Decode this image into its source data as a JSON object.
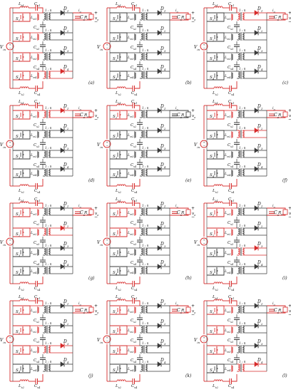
{
  "figure": {
    "colors": {
      "active": "#d62a2a",
      "inactive": "#3a3a3a"
    },
    "labels": {
      "source": "V",
      "source_sub": "in",
      "output_cap": "C",
      "output_cap_sub": "o",
      "load": "R",
      "load_sub": "o",
      "plus": "+",
      "minus": "−",
      "vo": "v",
      "vo_sub": "o",
      "io": "i",
      "io_sub": "o",
      "n": "n",
      "L_top": [
        "L",
        "s1"
      ],
      "L_bot": [
        "L",
        "s2"
      ],
      "C_top": [
        "C",
        "s1"
      ],
      "C_bot": [
        "C",
        "s4"
      ],
      "C_mid": [
        [
          "C",
          "s2"
        ],
        [
          "C",
          "s3"
        ],
        [
          "C",
          "s4"
        ]
      ],
      "L_mid": [
        [
          "L",
          "m1"
        ],
        [
          "L",
          "m2"
        ],
        [
          "L",
          "m3"
        ],
        [
          "L",
          "m4"
        ]
      ],
      "S": [
        [
          "S",
          "1"
        ],
        [
          "S",
          "2"
        ],
        [
          "S",
          "3"
        ],
        [
          "S",
          "4"
        ]
      ],
      "D": [
        [
          "D",
          "1"
        ],
        [
          "D",
          "2"
        ],
        [
          "D",
          "3"
        ],
        [
          "D",
          "4"
        ]
      ]
    },
    "panels": [
      {
        "tag": "(a)",
        "active": [
          "src",
          "s1",
          "s2",
          "s3",
          "s4",
          "lr",
          "tr4",
          "d4",
          "out"
        ]
      },
      {
        "tag": "(b)",
        "active": [
          "src",
          "lr",
          "out"
        ]
      },
      {
        "tag": "(c)",
        "active": [
          "src",
          "lr",
          "tr1",
          "d1",
          "out"
        ]
      },
      {
        "tag": "(d)",
        "active": [
          "src",
          "s1",
          "lr",
          "tr1",
          "d1",
          "out"
        ]
      },
      {
        "tag": "(e)",
        "active": [
          "src",
          "s1",
          "lr"
        ]
      },
      {
        "tag": "(f)",
        "active": [
          "src",
          "s1",
          "lr",
          "tr2",
          "d2",
          "out"
        ]
      },
      {
        "tag": "(g)",
        "active": [
          "src",
          "s1",
          "s2",
          "lr",
          "tr2",
          "d2",
          "out"
        ]
      },
      {
        "tag": "(h)",
        "active": [
          "src",
          "s1",
          "s2",
          "lr",
          "out"
        ]
      },
      {
        "tag": "(i)",
        "active": [
          "src",
          "s1",
          "s2",
          "lr",
          "tr3",
          "d3",
          "out"
        ]
      },
      {
        "tag": "(j)",
        "active": [
          "src",
          "s1",
          "s2",
          "s3",
          "lr",
          "tr3",
          "d3",
          "out"
        ]
      },
      {
        "tag": "(k)",
        "active": [
          "src",
          "s1",
          "s2",
          "s3",
          "lr",
          "out"
        ]
      },
      {
        "tag": "(l)",
        "active": [
          "src",
          "s1",
          "s2",
          "s3",
          "lr",
          "tr4",
          "d4",
          "out"
        ]
      }
    ]
  }
}
